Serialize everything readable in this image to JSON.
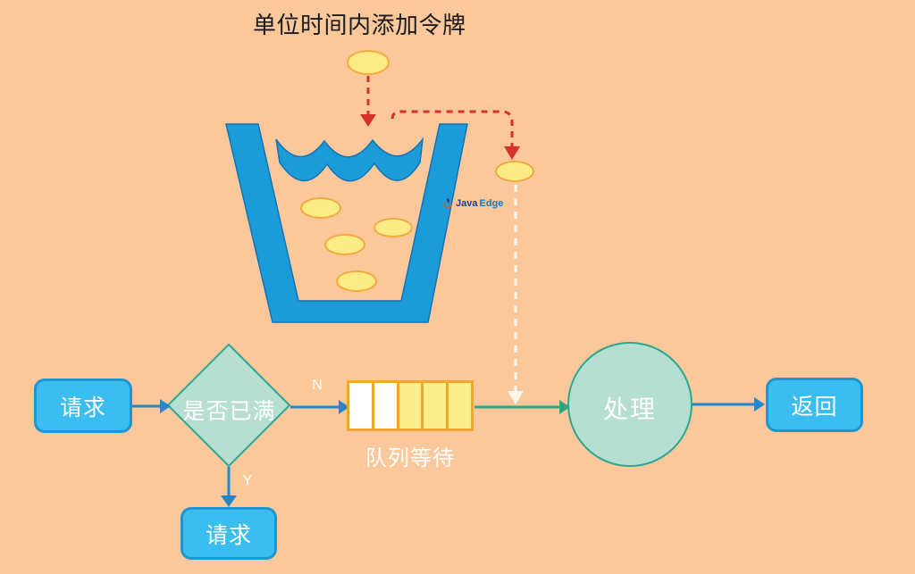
{
  "title": "单位时间内添加令牌",
  "watermark": {
    "prefix": "Java",
    "suffix": "Edge"
  },
  "flowchart": {
    "start": "请求",
    "decision": "是否已满",
    "no_label": "N",
    "yes_label": "Y",
    "queue": {
      "label": "队列等待",
      "cells": [
        "empty",
        "empty",
        "filled",
        "filled",
        "filled"
      ]
    },
    "process": "处理",
    "end": "返回",
    "rejected": "请求"
  },
  "colors": {
    "background": "#FAC89B",
    "node_blue_fill": "#3BBDF0",
    "node_blue_border": "#1E96D2",
    "bucket_blue": "#1B9BD8",
    "bucket_stroke": "#1572B4",
    "teal_fill": "#B6DFD2",
    "teal_stroke": "#2AA792",
    "token_fill": "#FBEC86",
    "token_stroke": "#F5A93F",
    "queue_border": "#F5A42E",
    "queue_cell_filled": "#FBEE8D",
    "red_dash": "#D8312B",
    "arrow_blue": "#2089CC",
    "text_light": "#FFFFFF",
    "title_color": "#1A1A1A"
  }
}
